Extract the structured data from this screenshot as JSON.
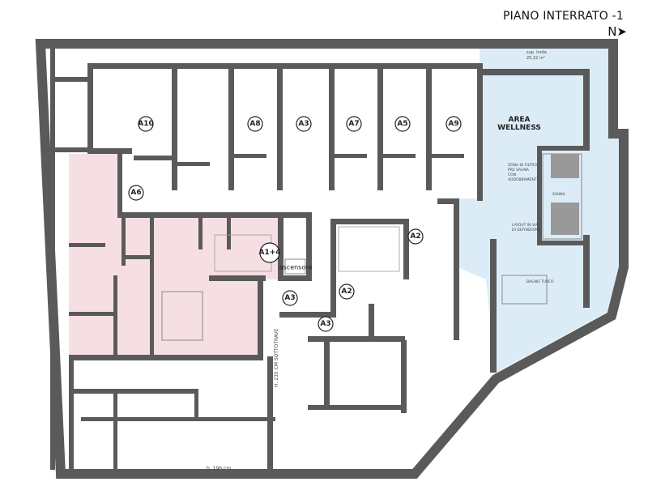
{
  "title": "PIANO INTERRATO -1",
  "north_label": "N",
  "colors": {
    "wall": "#5a5a5a",
    "residence": "#f6dfe3",
    "wellness": "#dcecf7"
  },
  "rooms": {
    "cellars": [
      "A10",
      "A8",
      "A3",
      "A7",
      "A5",
      "A9"
    ],
    "a6": "A6",
    "a1_4": "A1+4",
    "elevator": "ascensore",
    "a2_upper": "A2",
    "a2_lower": "A2",
    "a3_left": "A3",
    "a3_lower": "A3"
  },
  "wellness": {
    "title_line1": "AREA",
    "title_line2": "WELLNESS",
    "gross_area_label": "sup. lorda",
    "gross_area_value": "25,22 m²",
    "filter_zone": [
      "ZONA DI FILTRO",
      "PRE SAUNA",
      "CON",
      "ADDOBBAMENTI"
    ],
    "sauna": "SAUNA",
    "layout_note": [
      "LAYOUT IN VIA",
      "DI DEFINIZIONE"
    ],
    "turkish_bath": "BAGNO TURCO"
  },
  "annotations": {
    "height_beam": "H. 235 CM SOTTOTRAVE",
    "height_bottom": "h. 196 cm"
  }
}
